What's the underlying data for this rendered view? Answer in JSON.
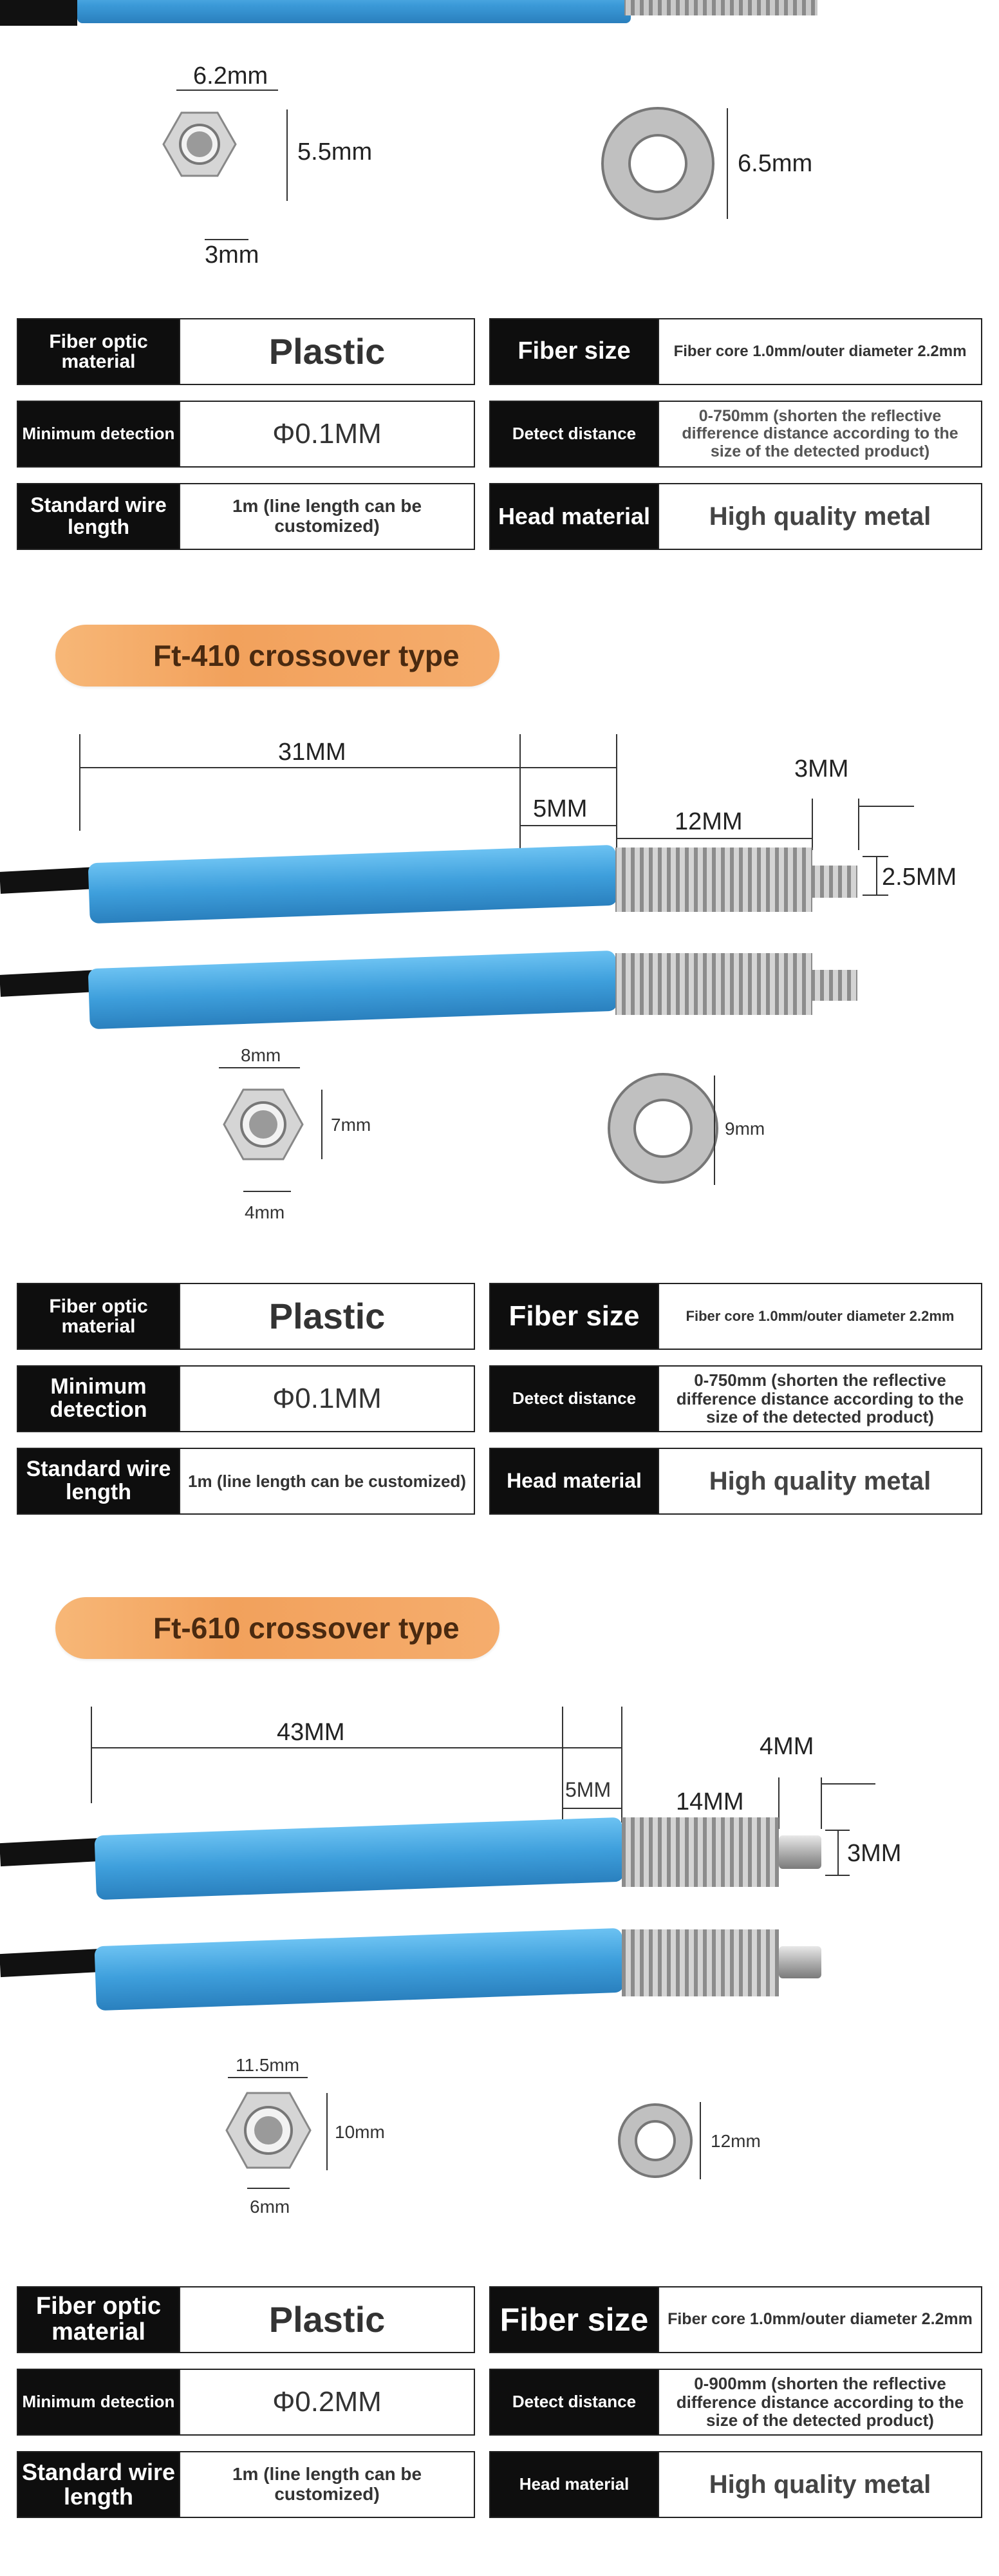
{
  "top": {
    "nut": {
      "width": "6.2mm",
      "height": "5.5mm",
      "thickness": "3mm"
    },
    "washer": {
      "diameter": "6.5mm"
    },
    "specs": {
      "r1": {
        "l1": "Fiber optic material",
        "v1": "Plastic",
        "l2": "Fiber size",
        "v2": "Fiber core 1.0mm/outer diameter 2.2mm"
      },
      "r2": {
        "l1": "Minimum detection",
        "v1": "Φ0.1MM",
        "l2": "Detect distance",
        "v2": "0-750mm (shorten the reflective difference distance according to the size of the detected product)"
      },
      "r3": {
        "l1": "Standard wire length",
        "v1": "1m (line length can be customized)",
        "l2": "Head material",
        "v2": "High quality metal"
      }
    }
  },
  "ft410": {
    "title": "Ft-410 crossover type",
    "dims": {
      "total": "31MM",
      "sleeve": "5MM",
      "thread": "12MM",
      "tip": "3MM",
      "tipdia": "2.5MM"
    },
    "nut": {
      "width": "8mm",
      "height": "7mm",
      "thickness": "4mm"
    },
    "washer": {
      "diameter": "9mm"
    },
    "specs": {
      "r1": {
        "l1": "Fiber optic material",
        "v1": "Plastic",
        "l2": "Fiber size",
        "v2": "Fiber core 1.0mm/outer diameter 2.2mm"
      },
      "r2": {
        "l1": "Minimum detection",
        "v1": "Φ0.1MM",
        "l2": "Detect distance",
        "v2": "0-750mm (shorten the reflective difference distance according to the size of the detected product)"
      },
      "r3": {
        "l1": "Standard wire length",
        "v1": "1m (line length can be customized)",
        "l2": "Head material",
        "v2": "High quality metal"
      }
    }
  },
  "ft610": {
    "title": "Ft-610 crossover type",
    "dims": {
      "total": "43MM",
      "sleeve": "5MM",
      "thread": "14MM",
      "tip": "4MM",
      "tipdia": "3MM"
    },
    "nut": {
      "width": "11.5mm",
      "height": "10mm",
      "thickness": "6mm"
    },
    "washer": {
      "diameter": "12mm"
    },
    "specs": {
      "r1": {
        "l1": "Fiber optic material",
        "v1": "Plastic",
        "l2": "Fiber size",
        "v2": "Fiber core 1.0mm/outer diameter 2.2mm"
      },
      "r2": {
        "l1": "Minimum detection",
        "v1": "Φ0.2MM",
        "l2": "Detect distance",
        "v2": "0-900mm (shorten the reflective difference distance according to the size of the detected product)"
      },
      "r3": {
        "l1": "Standard wire length",
        "v1": "1m (line length can be customized)",
        "l2": "Head material",
        "v2": "High quality metal"
      }
    }
  },
  "colors": {
    "cable": "#3f9fdc",
    "thread": "#b8b8b8",
    "label_bg": "#0e0e0e",
    "pill": "#f4a866"
  }
}
